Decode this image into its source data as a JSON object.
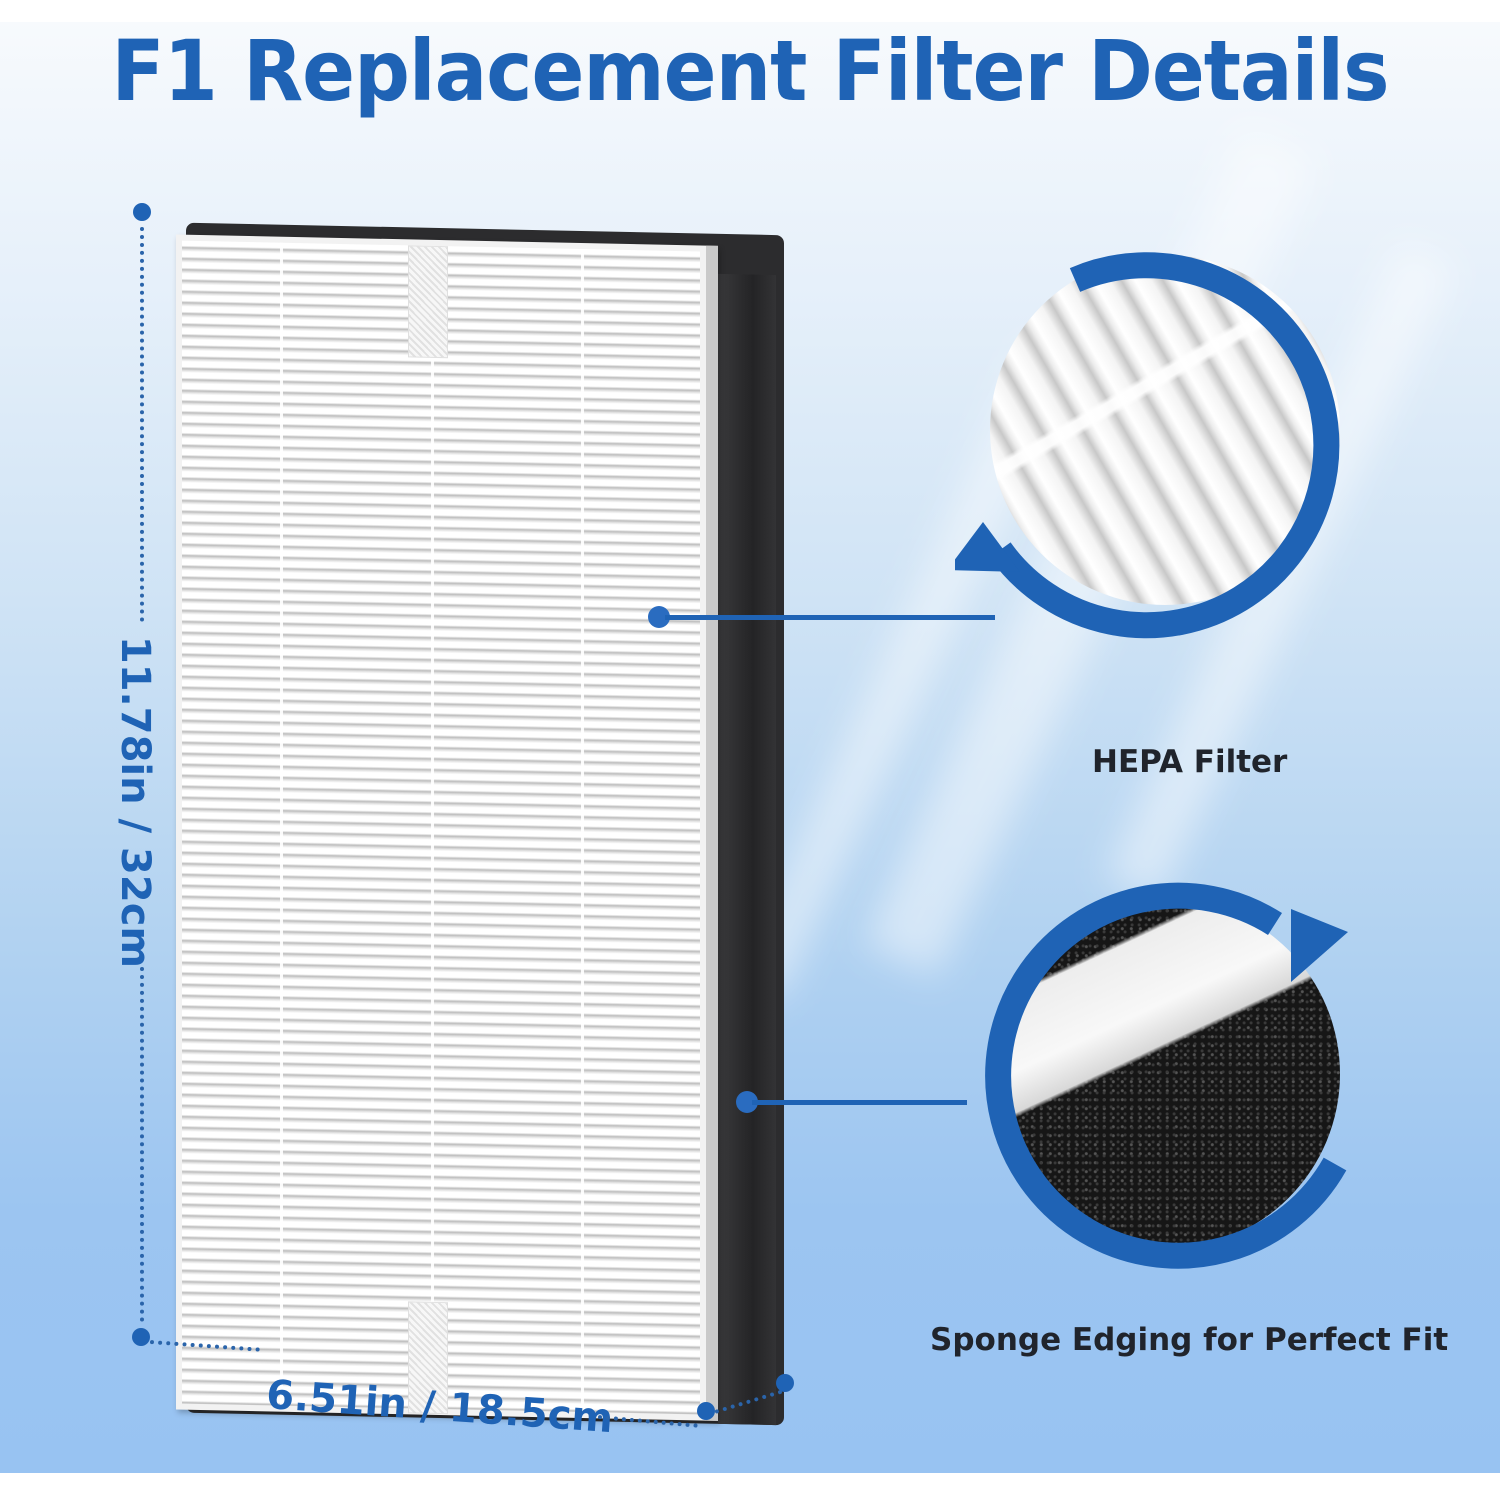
{
  "title": "F1 Replacement Filter Details",
  "dimensions": {
    "height_label": "11.78in / 32cm",
    "width_label": "6.51in / 18.5cm"
  },
  "callouts": [
    {
      "label": "HEPA Filter",
      "target": "pleated HEPA media"
    },
    {
      "label": "Sponge Edging for Perfect Fit",
      "target": "black sponge edging"
    }
  ],
  "colors": {
    "accent_blue": "#1f63b5",
    "label_text": "#20242c",
    "background_top": "#f7fafd",
    "background_bottom": "#98c3f2",
    "sponge": "#2c2c2e"
  },
  "icons": [
    "refresh-arrow-ring-icon",
    "refresh-arrow-ring-icon"
  ]
}
